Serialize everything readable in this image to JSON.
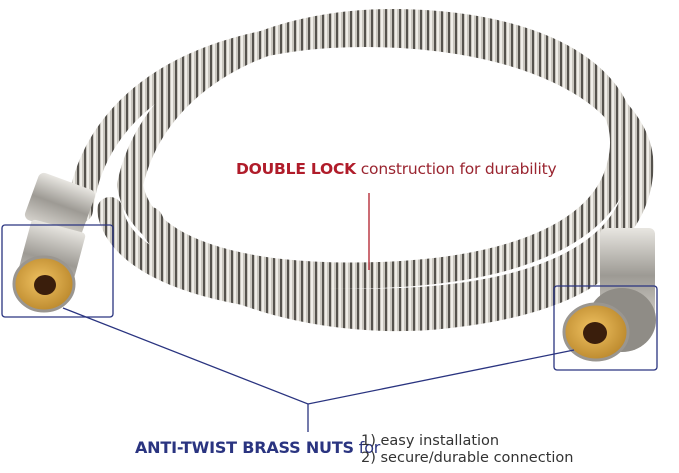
{
  "image": {
    "subject": "stainless steel shower hose coiled",
    "colors": {
      "steel": "#b9b6b0",
      "brass": "#d9a63c",
      "callout_line": "#2a3480",
      "accent_red": "#b01c2a",
      "background": "#ffffff"
    }
  },
  "callouts": {
    "top": {
      "bold": "DOUBLE LOCK",
      "rest": " construction for durability"
    },
    "bottom": {
      "bold": "ANTI-TWIST BRASS NUTS",
      "rest": " for",
      "items": [
        "1) easy installation",
        "2) secure/durable connection"
      ]
    }
  }
}
